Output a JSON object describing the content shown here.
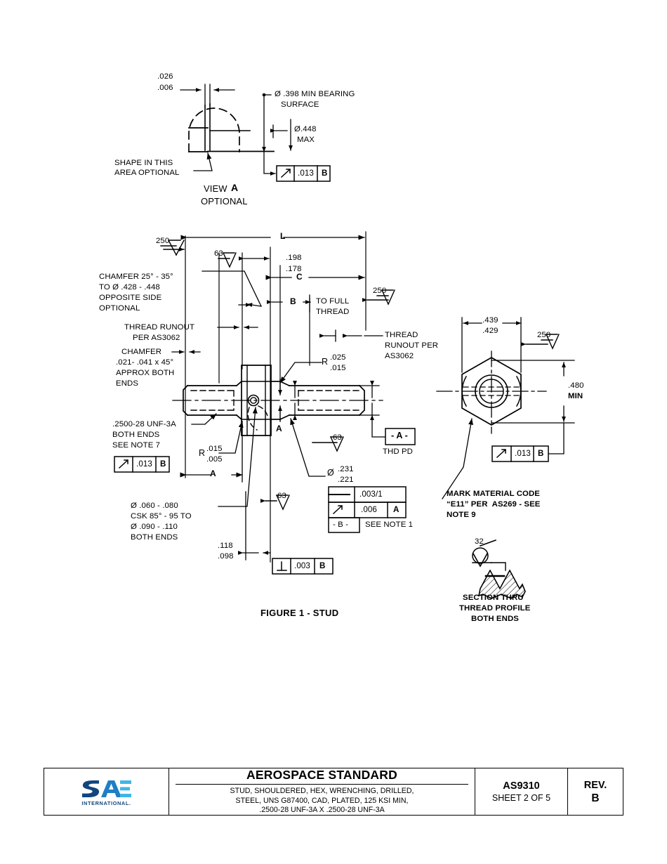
{
  "document": {
    "figure_caption": "FIGURE 1 - STUD"
  },
  "view_a": {
    "title_line1": "VIEW",
    "title_letter": "A",
    "title_line2": "OPTIONAL",
    "dim_thickness_max": ".026",
    "dim_thickness_min": ".006",
    "note_bearing_line1": "Ø .398 MIN BEARING",
    "note_bearing_line2": "SURFACE",
    "dim_diameter_max_line1": "Ø.448",
    "dim_diameter_max_line2": "MAX",
    "note_shape_line1": "SHAPE IN THIS",
    "note_shape_line2": "AREA OPTIONAL",
    "fcf": {
      "symbol": "runout-arrow",
      "tolerance": ".013",
      "datum": "B"
    }
  },
  "figure1": {
    "dim_L": "L",
    "dim_C": "C",
    "dim_B": "B",
    "dim_A": "A",
    "section_letter": "A",
    "surface_finish_250_top": "250",
    "surface_finish_63_top": "63",
    "surface_finish_250_right": "250",
    "surface_finish_63_mid": "63",
    "surface_finish_63_low": "63",
    "dim_198": ".198",
    "dim_178": ".178",
    "note_to_full_thread_line1": "TO FULL",
    "note_to_full_thread_line2": "THREAD",
    "note_chamfer_line1": "CHAMFER 25° - 35°",
    "note_chamfer_line2": "TO Ø .428 - .448",
    "note_chamfer_line3": "OPPOSITE SIDE",
    "note_chamfer_line4": "OPTIONAL",
    "note_thread_runout_left_line1": "THREAD RUNOUT",
    "note_thread_runout_left_line2": "PER AS3062",
    "note_thread_runout_right_line1": "THREAD",
    "note_thread_runout_right_line2": "RUNOUT PER",
    "note_thread_runout_right_line3": "AS3062",
    "note_chamfer2_line1": "CHAMFER",
    "note_chamfer2_line2": ".021- .041 x 45°",
    "note_chamfer2_line3": "APPROX BOTH",
    "note_chamfer2_line4": "ENDS",
    "radius_025_label": "R",
    "radius_025_upper": ".025",
    "radius_025_lower": ".015",
    "radius_015_label": "R",
    "radius_015_upper": ".015",
    "radius_015_lower": ".005",
    "note_thread_spec_line1": ".2500-28 UNF-3A",
    "note_thread_spec_line2": "BOTH ENDS",
    "note_thread_spec_line3": "SEE NOTE 7",
    "fcf_thread": {
      "symbol": "runout-arrow",
      "tolerance": ".013",
      "datum": "B"
    },
    "note_csk_line1": "Ø .060 - .080",
    "note_csk_line2": "CSK 85° - 95 TO",
    "note_csk_line3": "Ø .090 - .110",
    "note_csk_line4": "BOTH ENDS",
    "dim_diameter_231": ".231",
    "dim_diameter_221": ".221",
    "diameter_symbol": "Ø",
    "fcf_stack": {
      "row1": {
        "symbol": "straightness-line",
        "tolerance": ".003/1"
      },
      "row2": {
        "symbol": "runout-arrow",
        "tolerance": ".006",
        "datum": "A"
      },
      "row3": {
        "datum_label": "- B -",
        "note": "SEE NOTE 1"
      }
    },
    "dim_118": ".118",
    "dim_098": ".098",
    "fcf_perp": {
      "symbol": "perpendicularity",
      "tolerance": ".003",
      "datum": "B"
    },
    "datum_a_label": "- A -",
    "datum_a_note": "THD PD"
  },
  "hex_view": {
    "dim_across_flats_max": ".439",
    "dim_across_flats_min": ".429",
    "surface_finish_250": "250",
    "dim_height_line1": ".480",
    "dim_height_line2": "MIN",
    "fcf": {
      "symbol": "runout-arrow",
      "tolerance": ".013",
      "datum": "B"
    },
    "note_mark_line1": "MARK MATERIAL CODE",
    "note_mark_line2": "“E11” PER  AS269 - SEE",
    "note_mark_line3": "NOTE 9"
  },
  "thread_profile": {
    "surface_finish_32": "32",
    "caption_line1": "SECTION THRU",
    "caption_line2": "THREAD PROFILE",
    "caption_line3": "BOTH ENDS"
  },
  "title_block": {
    "standard_name": "AEROSPACE STANDARD",
    "description_line1": "STUD, SHOULDERED, HEX, WRENCHING, DRILLED,",
    "description_line2": "STEEL, UNS G87400, CAD, PLATED, 125 KSI MIN,",
    "description_line3": ".2500-28 UNF-3A X .2500-28 UNF-3A",
    "document_number": "AS9310",
    "sheet": "SHEET 2 OF 5",
    "rev_label": "REV.",
    "rev_value": "B",
    "logo_text": "SAE",
    "logo_subtext": "INTERNATIONAL."
  },
  "colors": {
    "line": "#000000",
    "background": "#ffffff",
    "logo_dark_blue": "#1a4f8a",
    "logo_mid_blue": "#1f7fc4",
    "logo_light_blue": "#41b6e6"
  }
}
